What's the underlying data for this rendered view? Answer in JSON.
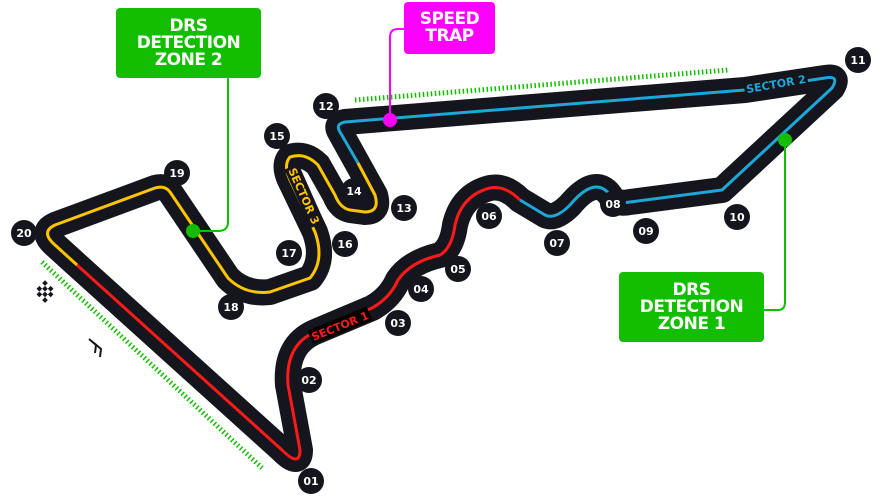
{
  "colors": {
    "track": "#15151e",
    "sector1": "#ff1a1a",
    "sector2": "#1ea7d6",
    "sector3": "#ffc400",
    "drs": "#13bd00",
    "speed_trap": "#ff00ff"
  },
  "callouts": {
    "drs_zone_2": [
      "DRS",
      "DETECTION",
      "ZONE 2"
    ],
    "drs_zone_1": [
      "DRS",
      "DETECTION",
      "ZONE 1"
    ],
    "speed_trap": [
      "SPEED",
      "TRAP"
    ]
  },
  "sectors": {
    "s1": "SECTOR 1",
    "s2": "SECTOR 2",
    "s3": "SECTOR 3"
  },
  "turns": [
    "01",
    "02",
    "03",
    "04",
    "05",
    "06",
    "07",
    "08",
    "09",
    "10",
    "11",
    "12",
    "13",
    "14",
    "15",
    "16",
    "17",
    "18",
    "19",
    "20"
  ],
  "icons": {
    "start_finish": "checkered-flag-icon",
    "direction": "chevron-direction-icon"
  }
}
